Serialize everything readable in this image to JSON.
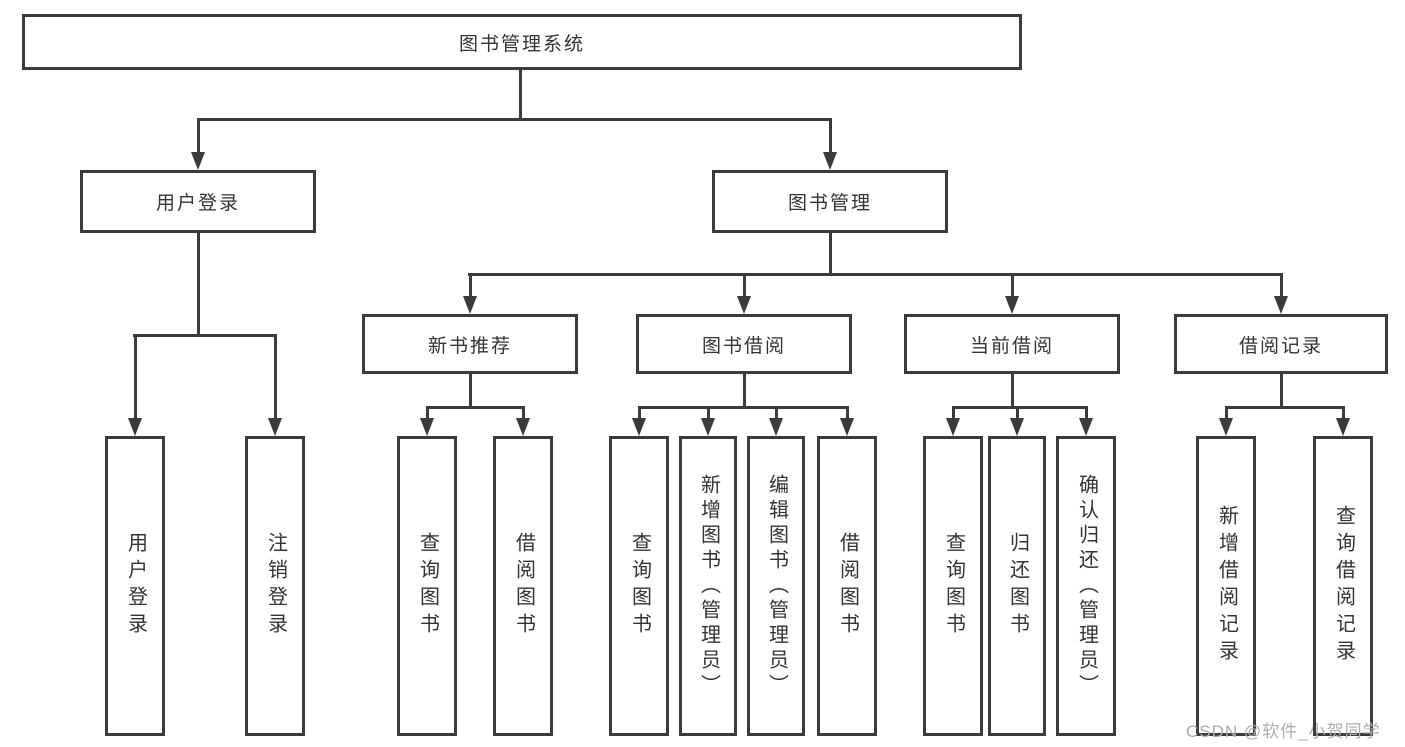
{
  "tree": {
    "root": {
      "label": "图书管理系统"
    },
    "branches": [
      {
        "label": "用户登录",
        "leaves": [
          {
            "label": "用户登录"
          },
          {
            "label": "注销登录"
          }
        ]
      },
      {
        "label": "图书管理",
        "groups": [
          {
            "label": "新书推荐",
            "leaves": [
              {
                "label": "查询图书"
              },
              {
                "label": "借阅图书"
              }
            ]
          },
          {
            "label": "图书借阅",
            "leaves": [
              {
                "label": "查询图书"
              },
              {
                "label": "新增图书（管理员）"
              },
              {
                "label": "编辑图书（管理员）"
              },
              {
                "label": "借阅图书"
              }
            ]
          },
          {
            "label": "当前借阅",
            "leaves": [
              {
                "label": "查询图书"
              },
              {
                "label": "归还图书"
              },
              {
                "label": "确认归还（管理员）"
              }
            ]
          },
          {
            "label": "借阅记录",
            "leaves": [
              {
                "label": "新增借阅记录"
              },
              {
                "label": "查询借阅记录"
              }
            ]
          }
        ]
      }
    ]
  },
  "watermark": {
    "text": "CSDN @软件_小贺同学"
  },
  "colors": {
    "line": "#3b3b3b",
    "text": "#333333",
    "background": "#ffffff",
    "watermark": "#a9adb5"
  }
}
